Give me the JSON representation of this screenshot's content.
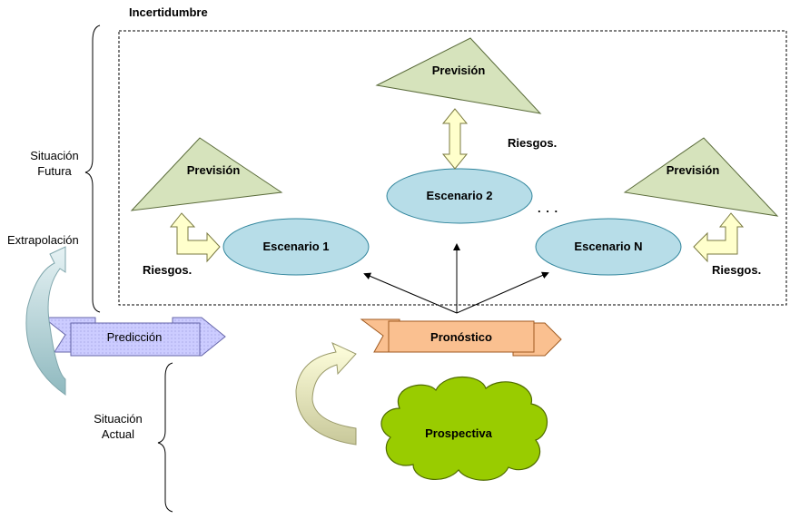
{
  "labels": {
    "incertidumbre": "Incertidumbre",
    "situacion_futura": "Situación\nFutura",
    "extrapolacion": "Extrapolación",
    "situacion_actual": "Situación\nActual",
    "riesgos_left": "Riesgos.",
    "riesgos_top": "Riesgos.",
    "riesgos_right": "Riesgos.",
    "dots": ". . ."
  },
  "nodes": {
    "prevision_top": "Previsión",
    "prevision_left": "Previsión",
    "prevision_right": "Previsión",
    "escenario_1": "Escenario 1",
    "escenario_2": "Escenario 2",
    "escenario_n": "Escenario N",
    "prediccion": "Predicción",
    "pronostico": "Pronóstico",
    "prospectiva": "Prospectiva"
  },
  "colors": {
    "triangle": "#d6e3bc",
    "ellipse": "#b7dde8",
    "prediccion": "#ccccff",
    "pronostico": "#fac090",
    "prospectiva": "#99cc00",
    "arrow_yellow": "#ffffcc",
    "curve_blue": "#c5dfe3",
    "curve_yellow": "#ffffcc"
  }
}
